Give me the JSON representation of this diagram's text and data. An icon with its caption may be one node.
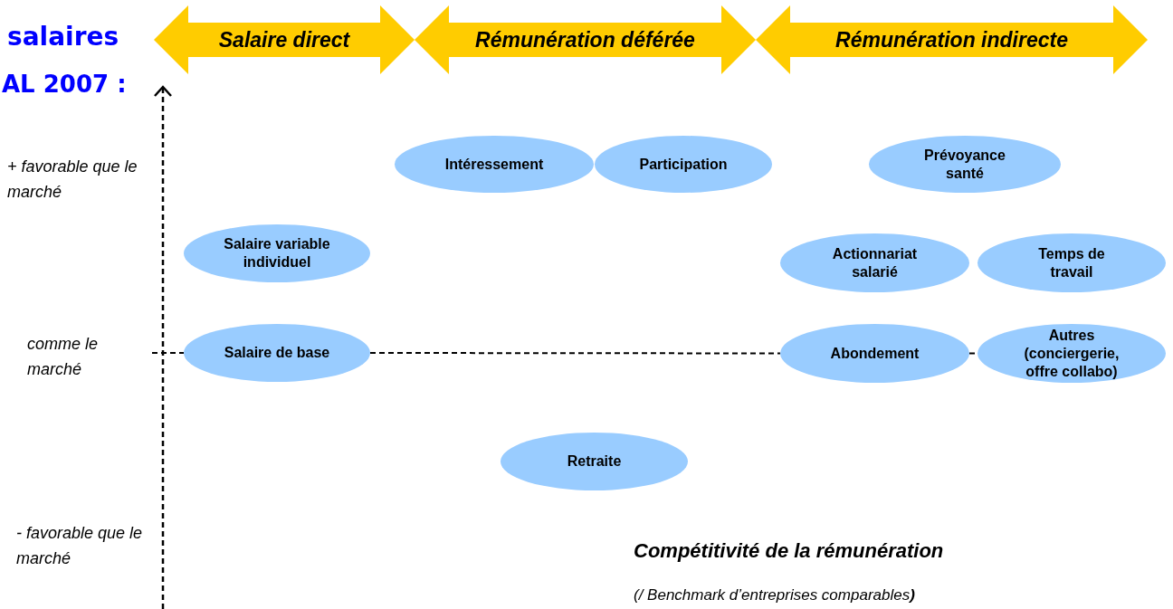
{
  "diagram": {
    "nodes": [
      {
        "text": [
          "Salaire direct"
        ]
      },
      {
        "text": [
          "Rémunération déférée"
        ]
      },
      {
        "text": [
          "Rémunération indirecte"
        ]
      },
      {
        "text": [
          "Intéressement"
        ]
      },
      {
        "text": [
          "Participation"
        ]
      },
      {
        "text": [
          "Prévoyance santé"
        ]
      },
      {
        "text": [
          "Salaire variable individuel"
        ]
      },
      {
        "text": [
          "Actionnariat salarié"
        ]
      },
      {
        "text": [
          "Temps de travail"
        ]
      },
      {
        "text": [
          "Salaire de base"
        ]
      },
      {
        "text": [
          "Abondement"
        ]
      },
      {
        "text": [
          "Autres (conciergerie, offre collabo)"
        ]
      },
      {
        "text": [
          "Retraite"
        ]
      }
    ],
    "edges": [
      {
        "from": 9,
        "to": 10,
        "arrow": "none",
        "style": "dashed"
      },
      {
        "from": 10,
        "to": 11,
        "arrow": "none",
        "style": "dashed"
      }
    ],
    "labels": [
      "salaires",
      "AL 2007 :",
      "+ favorable que le marché",
      "comme le marché",
      "- favorable que le marché",
      "Compétitivité de la rémunération",
      "(/ Benchmark d’entreprises comparables**)**"
    ]
  }
}
